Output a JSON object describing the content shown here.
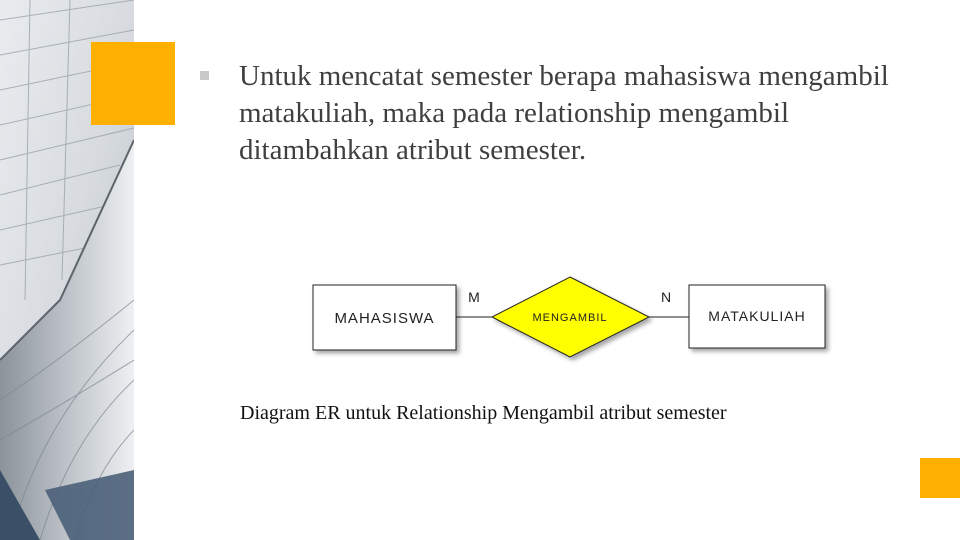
{
  "slide": {
    "bullet_text": "Untuk mencatat semester berapa mahasiswa mengambil matakuliah, maka pada relationship mengambil ditambahkan atribut semester.",
    "caption": "Diagram ER untuk Relationship Mengambil atribut semester"
  },
  "diagram": {
    "entity_left": "MAHASISWA",
    "relationship": "MENGAMBIL",
    "entity_right": "MATAKULIAH",
    "cardinality_left": "M",
    "cardinality_right": "N"
  },
  "colors": {
    "accent": "#ffb000",
    "relationship_fill": "#ffff00",
    "bullet": "#c9c9c9",
    "text": "#3f3f3f"
  }
}
